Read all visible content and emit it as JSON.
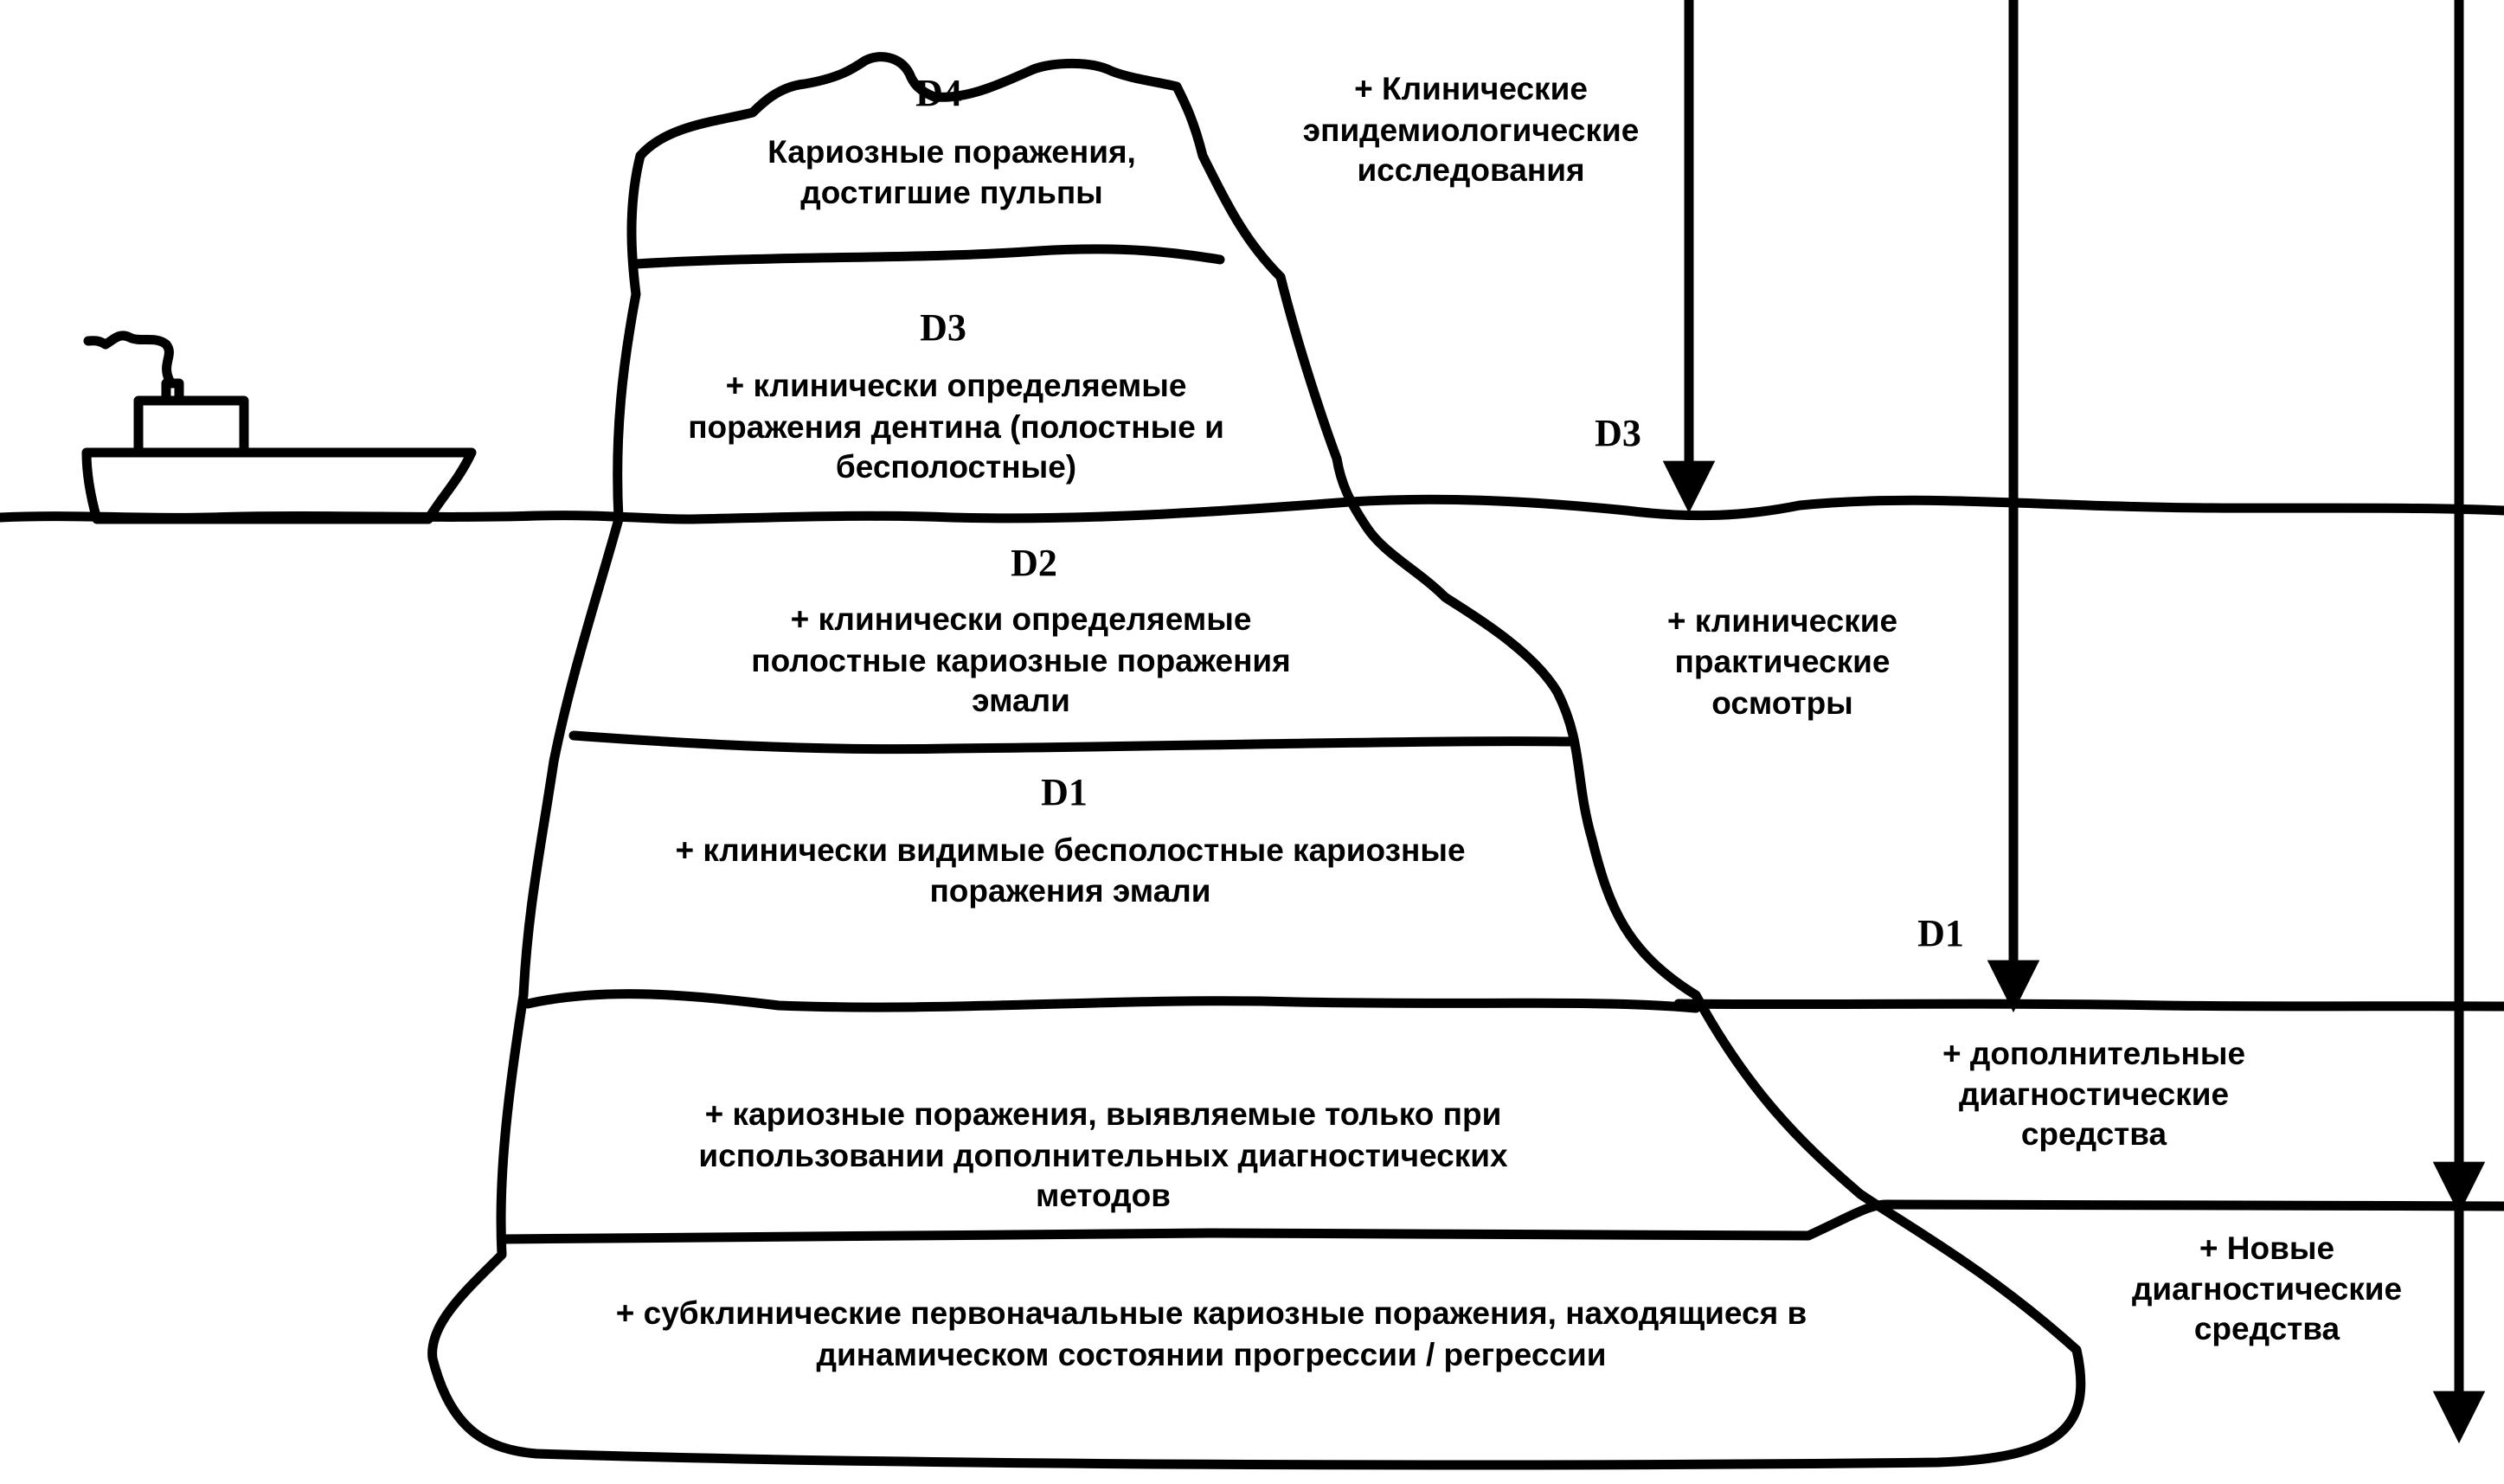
{
  "iceberg": {
    "d4": {
      "label": "D4",
      "lines": [
        "Кариозные поражения,",
        "достигшие пульпы"
      ]
    },
    "d3": {
      "label": "D3",
      "lines": [
        "+  клинически определяемые",
        "поражения дентина (полостные и",
        "бесполостные)"
      ]
    },
    "d2": {
      "label": "D2",
      "lines": [
        "+  клинически определяемые",
        "полостные кариозные поражения",
        "эмали"
      ]
    },
    "d1": {
      "label": "D1",
      "lines": [
        "+  клинически видимые бесполостные кариозные",
        "поражения эмали"
      ]
    },
    "additional": {
      "lines": [
        "+  кариозные поражения, выявляемые только при",
        "использовании дополнительных диагностических",
        "методов"
      ]
    },
    "subclinical": {
      "lines": [
        "+  субклинические первоначальные кариозные поражения, находящиеся в",
        "динамическом состоянии прогрессии / регрессии"
      ]
    }
  },
  "right_side": {
    "epidemiological": {
      "lines": [
        "+  Клинические",
        "эпидемиологические",
        "исследования"
      ]
    },
    "d3_marker": "D3",
    "practice": {
      "lines": [
        "+  клинические",
        "практические",
        "осмотры"
      ]
    },
    "d1_marker": "D1",
    "supplementary": {
      "lines": [
        "+  дополнительные",
        "диагностические",
        "средства"
      ]
    },
    "new_means": {
      "lines": [
        "+  Новые",
        "диагностические",
        "средства"
      ]
    }
  },
  "colors": {
    "ink": "#000000",
    "background": "#ffffff"
  }
}
